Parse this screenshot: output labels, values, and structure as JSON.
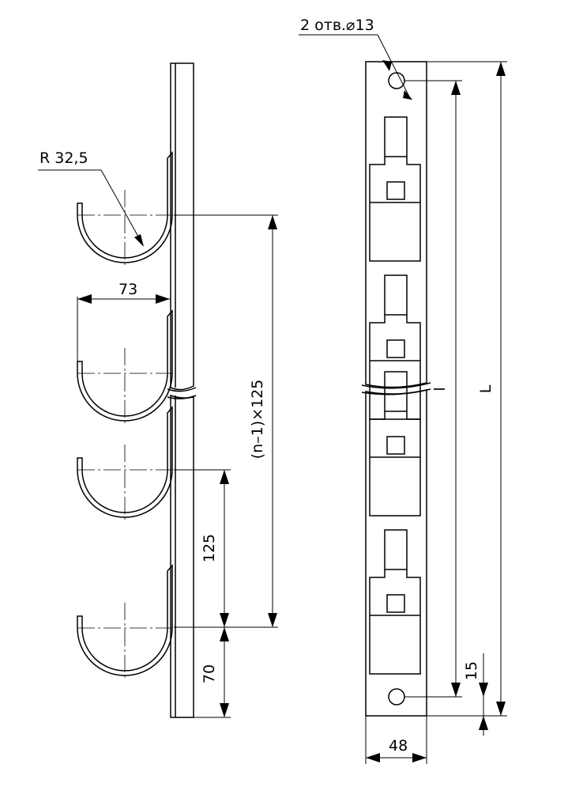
{
  "labels": {
    "holes": "2 отв.⌀13",
    "radius": "R 32,5",
    "hook_depth": "73",
    "pitch_formula": "(n–1)×125",
    "pitch": "125",
    "bottom_offset": "70",
    "inner_length": "l",
    "total_length": "L",
    "end_offset": "15",
    "width": "48"
  }
}
